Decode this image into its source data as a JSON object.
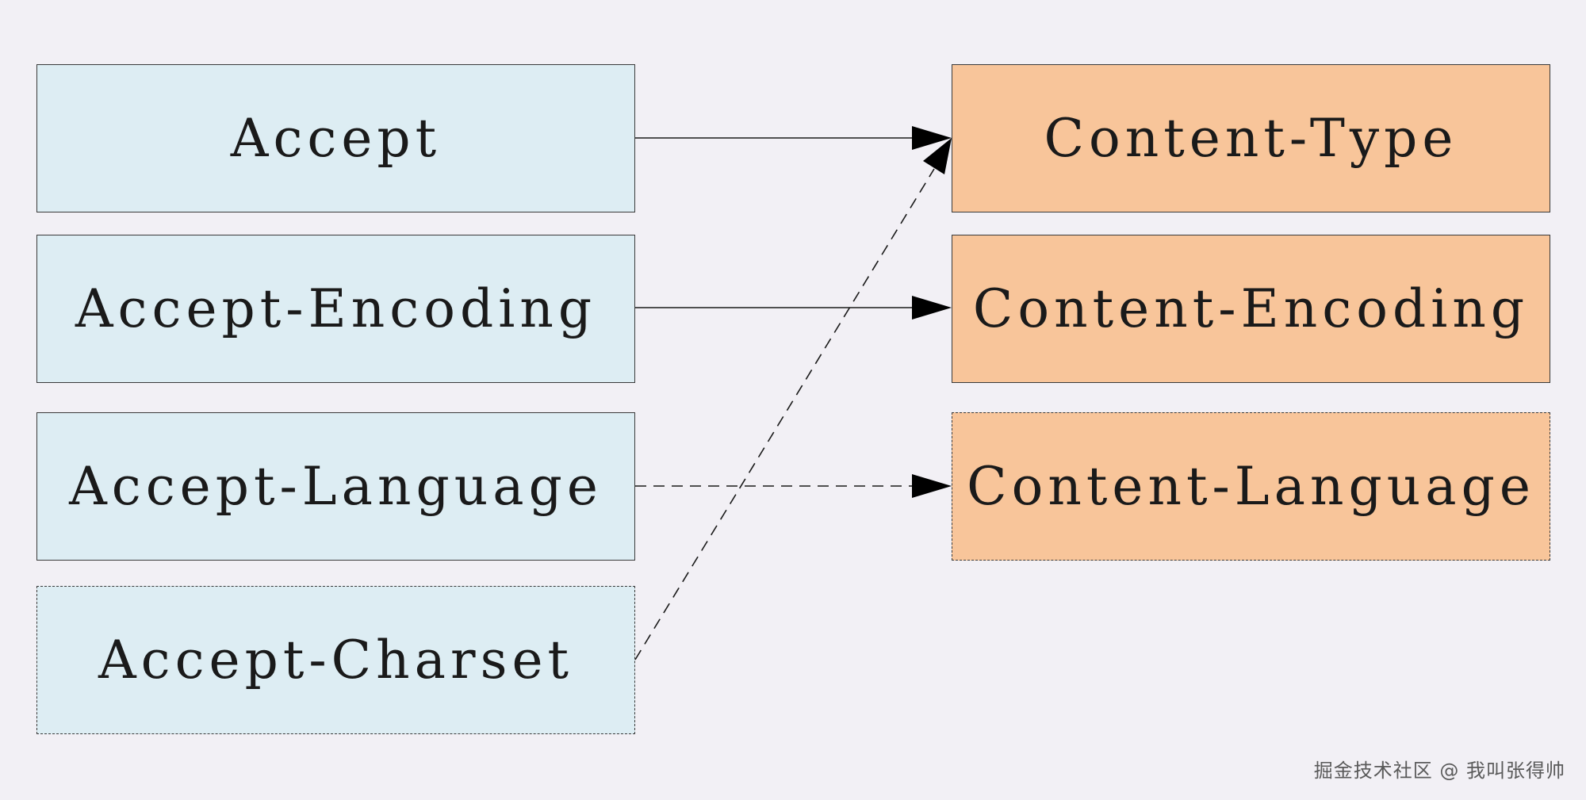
{
  "request_headers": [
    {
      "label": "Accept",
      "style": "solid"
    },
    {
      "label": "Accept-Encoding",
      "style": "solid"
    },
    {
      "label": "Accept-Language",
      "style": "solid"
    },
    {
      "label": "Accept-Charset",
      "style": "dashed"
    }
  ],
  "response_headers": [
    {
      "label": "Content-Type",
      "style": "solid"
    },
    {
      "label": "Content-Encoding",
      "style": "solid"
    },
    {
      "label": "Content-Language",
      "style": "dashed"
    }
  ],
  "connections": [
    {
      "from": "Accept",
      "to": "Content-Type",
      "line": "solid"
    },
    {
      "from": "Accept-Encoding",
      "to": "Content-Encoding",
      "line": "solid"
    },
    {
      "from": "Accept-Language",
      "to": "Content-Language",
      "line": "dashed"
    },
    {
      "from": "Accept-Charset",
      "to": "Content-Type",
      "line": "dashed"
    }
  ],
  "colors": {
    "background": "#f2f0f5",
    "request_fill": "#ddedf3",
    "response_fill": "#f8c59a",
    "stroke": "#3a3a3a"
  },
  "watermark": "掘金技术社区 @ 我叫张得帅"
}
